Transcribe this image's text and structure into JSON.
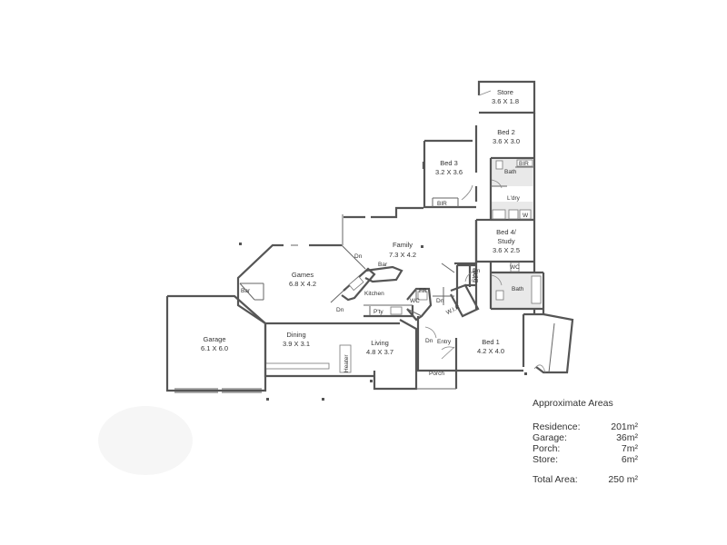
{
  "rooms": {
    "store": {
      "name": "Store",
      "size": "3.6 X 1.8"
    },
    "bed2": {
      "name": "Bed 2",
      "size": "3.6 X 3.0"
    },
    "bed3": {
      "name": "Bed 3",
      "size": "3.2 X 3.6"
    },
    "bed4": {
      "name": "Bed 4/",
      "name2": "Study",
      "size": "3.6 X 2.5"
    },
    "family": {
      "name": "Family",
      "size": "7.3 X 4.2"
    },
    "games": {
      "name": "Games",
      "size": "6.8 X 4.2"
    },
    "garage": {
      "name": "Garage",
      "size": "6.1 X 6.0"
    },
    "dining": {
      "name": "Dining",
      "size": "3.9 X 3.1"
    },
    "living": {
      "name": "Living",
      "size": "4.8 X 3.7"
    },
    "bed1": {
      "name": "Bed 1",
      "size": "4.2 X 4.0"
    }
  },
  "labels": {
    "bath_upper": "Bath",
    "laundry": "L'dry",
    "bir_upper": "BIR",
    "bir_bed3": "BIR",
    "bir_right": "BIR",
    "wc_laundry": "W",
    "bath_ens": "Bath",
    "wc_ens": "WC",
    "bar_family": "Bar",
    "bar_games": "Bar",
    "kitchen": "Kitchen",
    "pantry": "P'ty",
    "fridge": "FR",
    "wc_centre": "WC",
    "wir": "W.I.R",
    "store_small": "Store",
    "entry": "Entry",
    "porch": "Porch",
    "heater": "Heater",
    "dn1": "Dn",
    "dn2": "Dn",
    "dn3": "Dn",
    "dn4": "Dn",
    "dn5": "Dn"
  },
  "areas": {
    "title": "Approximate Areas",
    "rows": [
      {
        "label": "Residence:",
        "value": "201m²"
      },
      {
        "label": "Garage:",
        "value": "36m²"
      },
      {
        "label": "Porch:",
        "value": "7m²"
      },
      {
        "label": "Store:",
        "value": "6m²"
      }
    ],
    "total_label": "Total Area:",
    "total_value": "250 m²"
  }
}
